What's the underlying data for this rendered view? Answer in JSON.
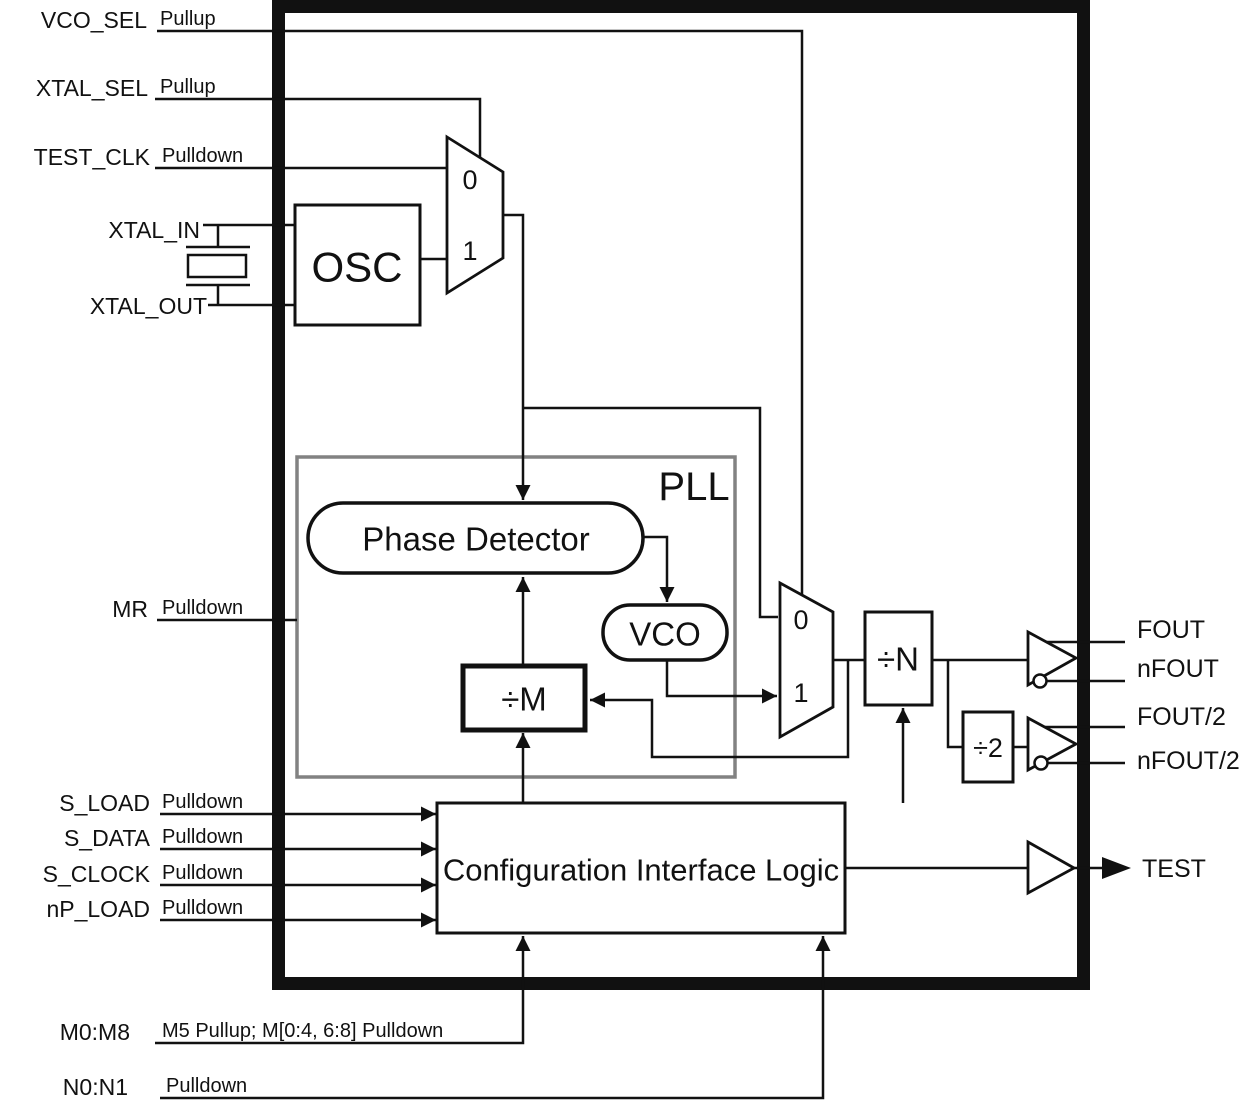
{
  "title": "PLL clock synthesizer functional block diagram",
  "colors": {
    "line": "#111111",
    "pll_box": "#828282"
  },
  "ports": {
    "vco_sel": {
      "label": "VCO_SEL",
      "pull": "Pullup"
    },
    "xtal_sel": {
      "label": "XTAL_SEL",
      "pull": "Pullup"
    },
    "test_clk": {
      "label": "TEST_CLK",
      "pull": "Pulldown"
    },
    "xtal_in": {
      "label": "XTAL_IN"
    },
    "xtal_out": {
      "label": "XTAL_OUT"
    },
    "mr": {
      "label": "MR",
      "pull": "Pulldown"
    },
    "s_load": {
      "label": "S_LOAD",
      "pull": "Pulldown"
    },
    "s_data": {
      "label": "S_DATA",
      "pull": "Pulldown"
    },
    "s_clock": {
      "label": "S_CLOCK",
      "pull": "Pulldown"
    },
    "np_load": {
      "label": "nP_LOAD",
      "pull": "Pulldown"
    },
    "m0_m8": {
      "label": "M0:M8",
      "pull": "M5 Pullup; M[0:4, 6:8] Pulldown"
    },
    "n0_n1": {
      "label": "N0:N1",
      "pull": "Pulldown"
    },
    "fout": "FOUT",
    "nfout": "nFOUT",
    "fout2": "FOUT/2",
    "nfout2": "nFOUT/2",
    "test": "TEST"
  },
  "blocks": {
    "osc": "OSC",
    "pll": "PLL",
    "phase_detector": "Phase Detector",
    "vco": "VCO",
    "div_m": "÷M",
    "div_n": "÷N",
    "div_2": "÷2",
    "config": "Configuration Interface Logic",
    "mux_in0": "0",
    "mux_in1": "1"
  }
}
